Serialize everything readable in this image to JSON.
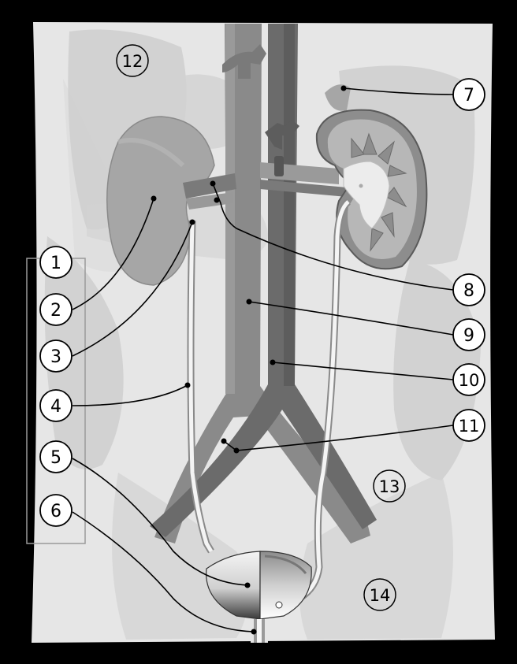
{
  "diagram": {
    "callouts": [
      {
        "id": "1",
        "label": "1"
      },
      {
        "id": "2",
        "label": "2"
      },
      {
        "id": "3",
        "label": "3"
      },
      {
        "id": "4",
        "label": "4"
      },
      {
        "id": "5",
        "label": "5"
      },
      {
        "id": "6",
        "label": "6"
      },
      {
        "id": "7",
        "label": "7"
      },
      {
        "id": "8",
        "label": "8"
      },
      {
        "id": "9",
        "label": "9"
      },
      {
        "id": "10",
        "label": "10"
      },
      {
        "id": "11",
        "label": "11"
      },
      {
        "id": "12",
        "label": "12"
      },
      {
        "id": "13",
        "label": "13"
      },
      {
        "id": "14",
        "label": "14"
      }
    ]
  },
  "colors": {
    "frame": "#000000",
    "background": "#e6e6e6",
    "body_shadow": "#c8c8c8",
    "organ_gray": "#a0a0a0",
    "vessel_vein": "#6e6e6e",
    "vessel_artery": "#8a8a8a",
    "kidney_section": "#b4b4b4",
    "ureter": "#f2f2f2",
    "callout_fill": "#ffffff",
    "line": "#000000"
  }
}
